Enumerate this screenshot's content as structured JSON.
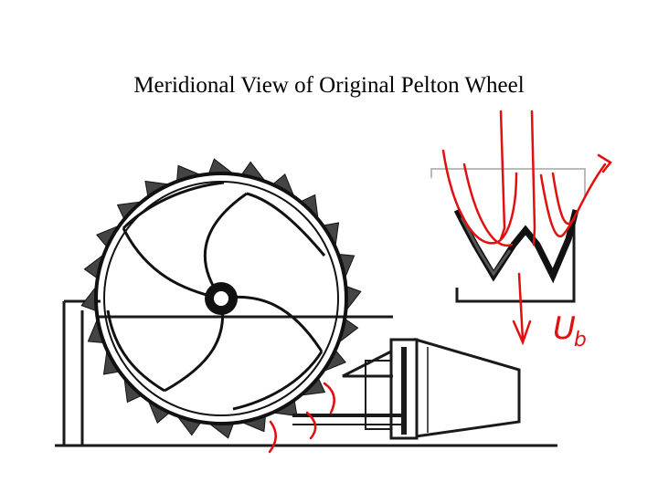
{
  "title": "Meridional View of Original Pelton Wheel",
  "annotation": {
    "label": "U",
    "subscript": "b"
  },
  "colors": {
    "ink": "#1a1a1a",
    "pen": "#e01010",
    "background": "#ffffff"
  }
}
